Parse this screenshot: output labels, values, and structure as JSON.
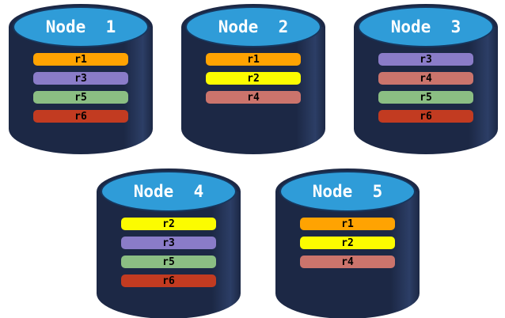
{
  "diagram": {
    "description": "Five database node cylinders holding colored replica bars"
  },
  "colors": {
    "background": "#FFFFFF",
    "cylinder_body": "#1C2845",
    "cylinder_top": "#2F9CD8",
    "cylinder_top_border": "#17375E",
    "node_label_text": "#FFFFFF",
    "replica_label_text": "#000000"
  },
  "replica_colors": {
    "r1": "#FFA302",
    "r2": "#FCFC00",
    "r3": "#8A7CC8",
    "r4": "#CB746C",
    "r5": "#8BBE83",
    "r6": "#C23B21"
  },
  "nodes": [
    {
      "label": "Node  1",
      "row": 0,
      "replicas": [
        "r1",
        "r3",
        "r5",
        "r6"
      ]
    },
    {
      "label": "Node  2",
      "row": 0,
      "replicas": [
        "r1",
        "r2",
        "r4"
      ]
    },
    {
      "label": "Node  3",
      "row": 0,
      "replicas": [
        "r3",
        "r4",
        "r5",
        "r6"
      ]
    },
    {
      "label": "Node  4",
      "row": 1,
      "replicas": [
        "r2",
        "r3",
        "r5",
        "r6"
      ]
    },
    {
      "label": "Node  5",
      "row": 1,
      "replicas": [
        "r1",
        "r2",
        "r4"
      ]
    }
  ]
}
